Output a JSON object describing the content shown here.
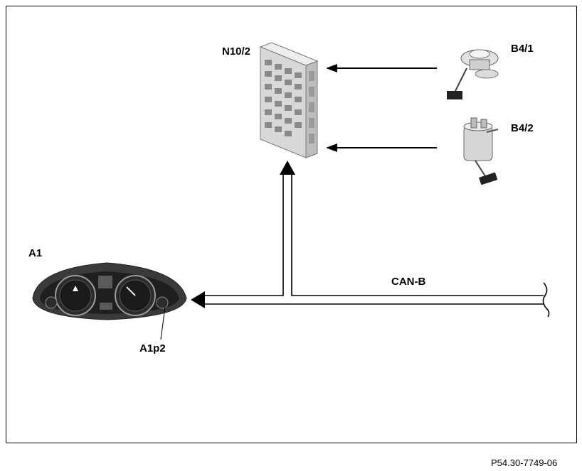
{
  "labels": {
    "control_unit": "N10/2",
    "sensor_1": "B4/1",
    "sensor_2": "B4/2",
    "cluster": "A1",
    "gauge": "A1p2",
    "bus": "CAN-B"
  },
  "figure_ref": "P54.30-7749-06",
  "colors": {
    "line": "#000000",
    "background": "#ffffff"
  }
}
